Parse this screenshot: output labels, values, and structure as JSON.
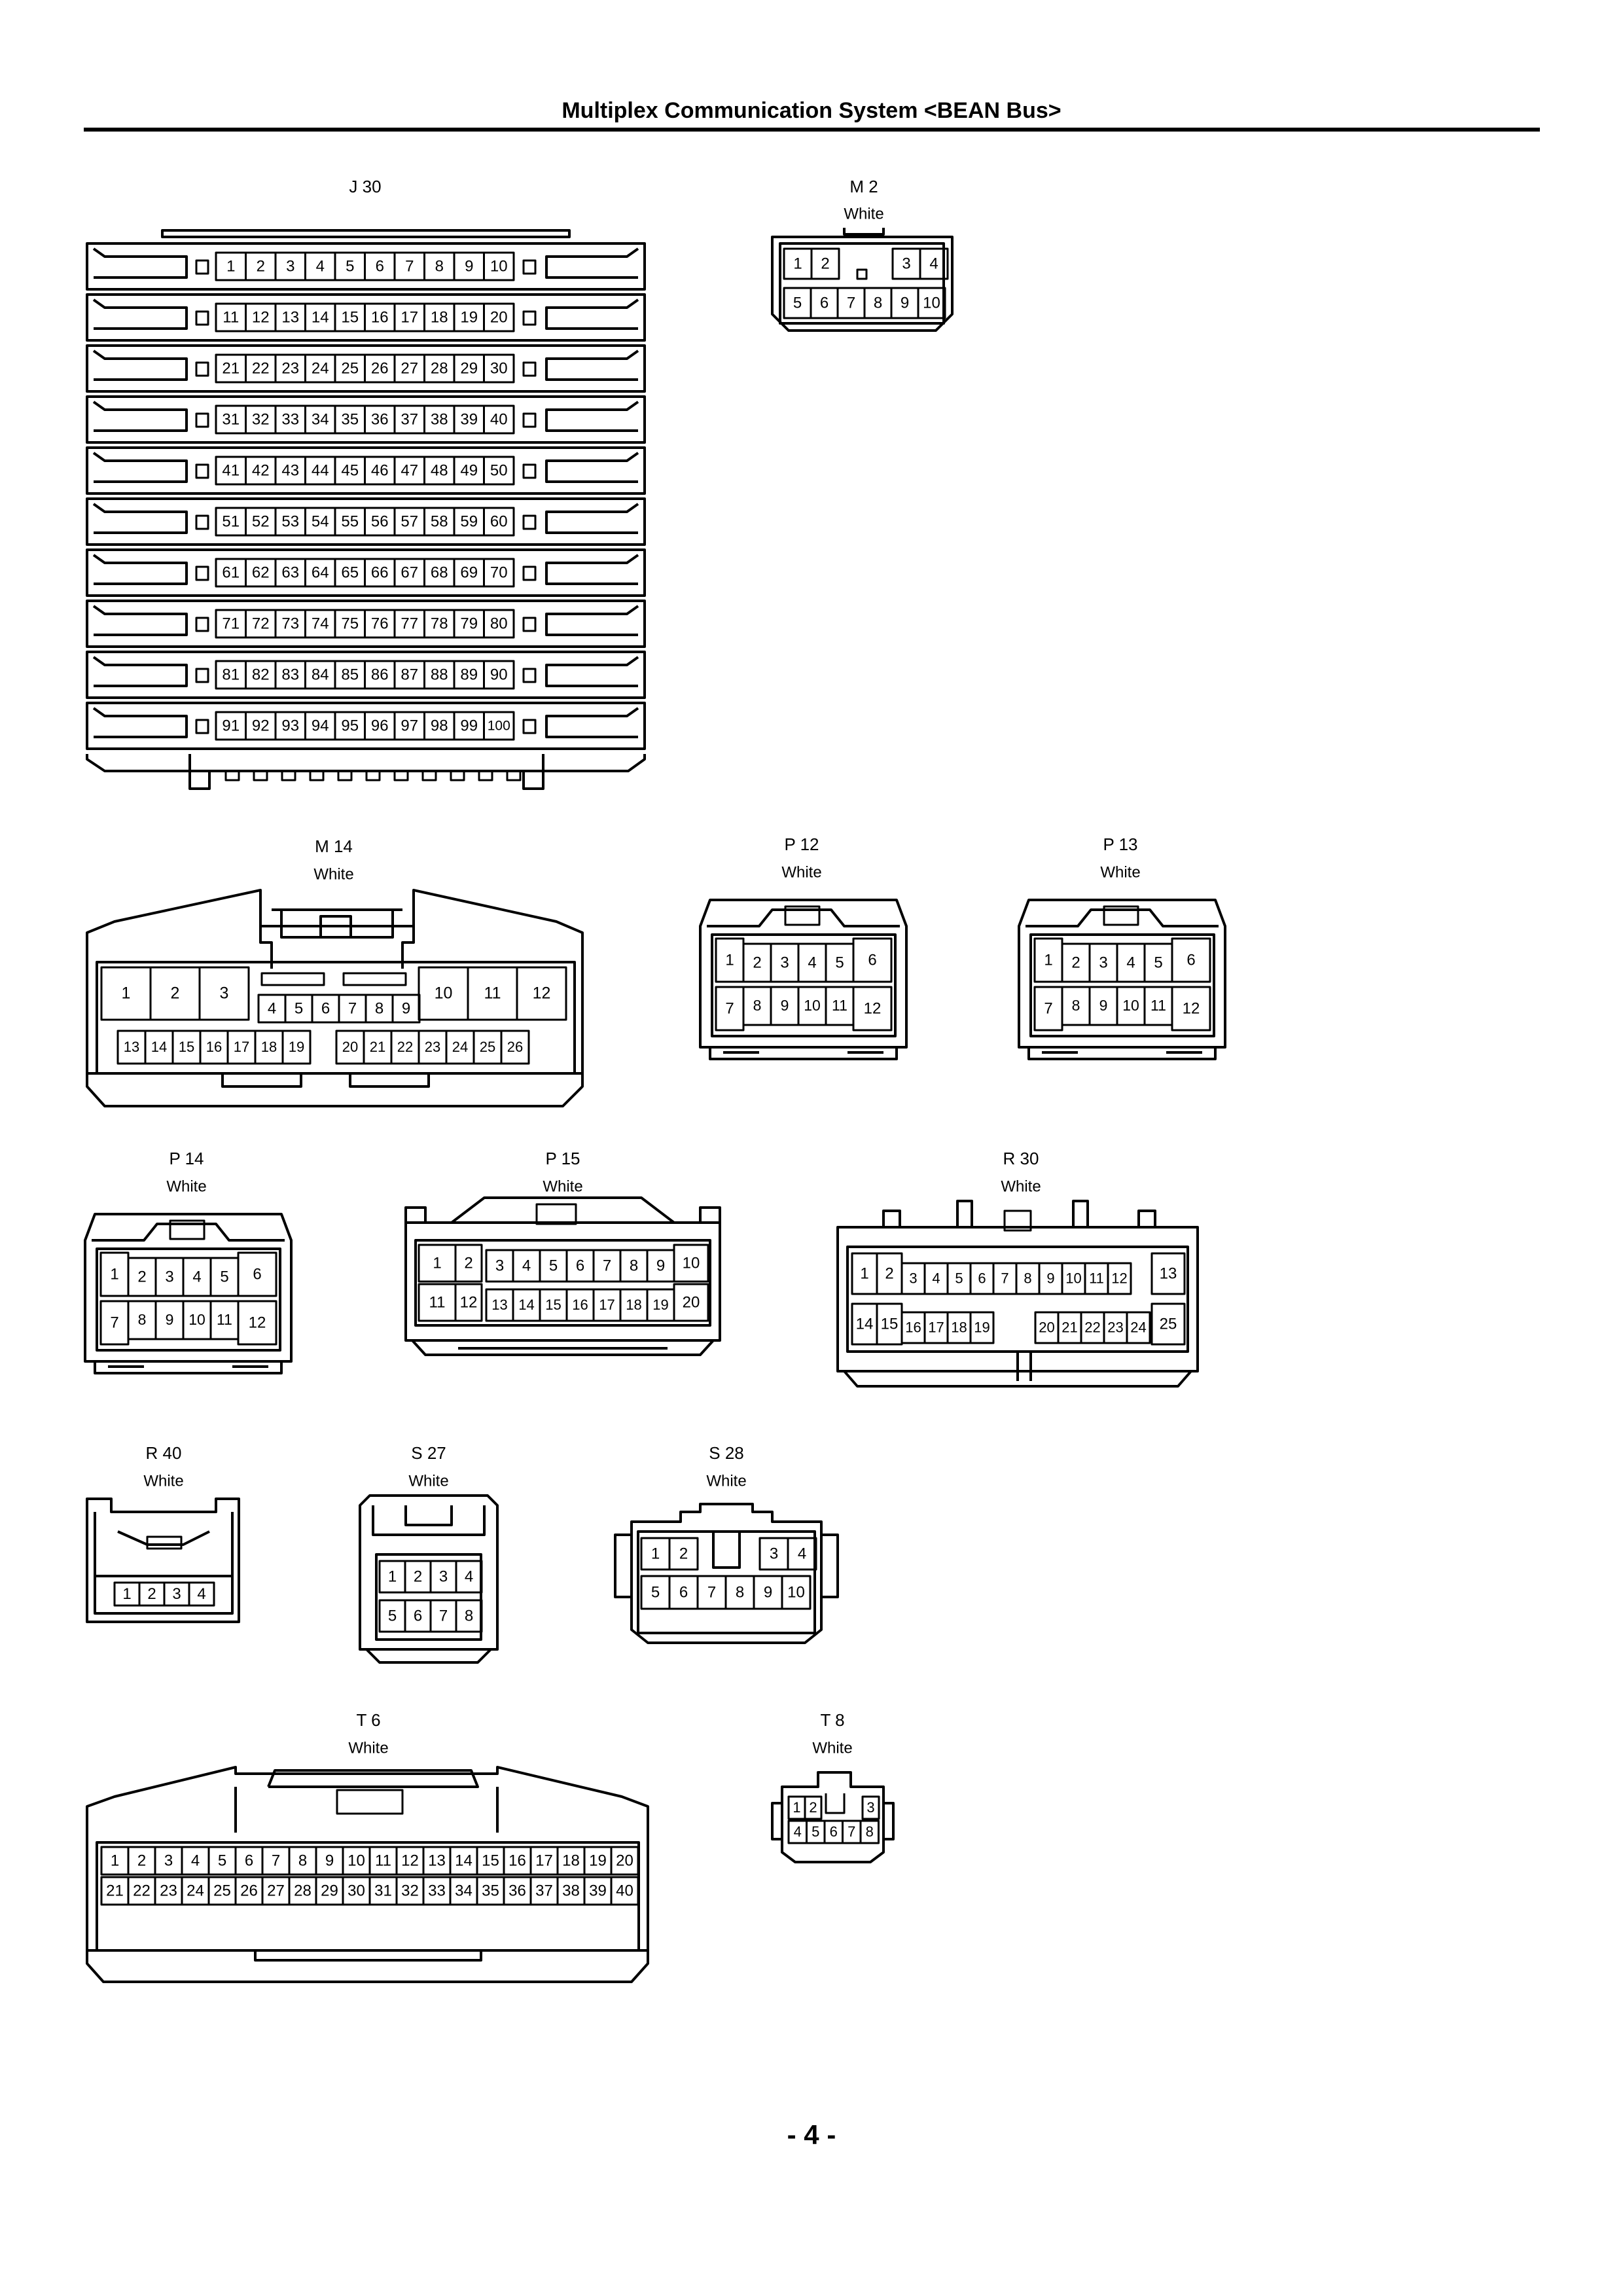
{
  "header": {
    "title": "Multiplex Communication System <BEAN Bus>"
  },
  "footer": {
    "page_number": "- 4 -"
  },
  "connectors": [
    {
      "id": "j30",
      "code": "J 30",
      "color": "",
      "pin_count": 100
    },
    {
      "id": "m2",
      "code": "M 2",
      "color": "White",
      "rows": [
        [
          "1",
          "2",
          "",
          "3",
          "4"
        ],
        [
          "5",
          "6",
          "7",
          "8",
          "9",
          "10"
        ]
      ]
    },
    {
      "id": "m14",
      "code": "M 14",
      "color": "White",
      "rows": [
        [
          "1",
          "2",
          "3",
          "",
          "10",
          "11",
          "12"
        ],
        [
          "4",
          "5",
          "6",
          "7",
          "8",
          "9"
        ],
        [
          "13",
          "14",
          "15",
          "16",
          "17",
          "18",
          "19",
          "",
          "20",
          "21",
          "22",
          "23",
          "24",
          "25",
          "26"
        ]
      ]
    },
    {
      "id": "p12",
      "code": "P 12",
      "color": "White",
      "rows": [
        [
          "1",
          "2",
          "3",
          "4",
          "5",
          "6"
        ],
        [
          "7",
          "8",
          "9",
          "10",
          "11",
          "12"
        ]
      ]
    },
    {
      "id": "p13",
      "code": "P 13",
      "color": "White",
      "rows": [
        [
          "1",
          "2",
          "3",
          "4",
          "5",
          "6"
        ],
        [
          "7",
          "8",
          "9",
          "10",
          "11",
          "12"
        ]
      ]
    },
    {
      "id": "p14",
      "code": "P 14",
      "color": "White",
      "rows": [
        [
          "1",
          "2",
          "3",
          "4",
          "5",
          "6"
        ],
        [
          "7",
          "8",
          "9",
          "10",
          "11",
          "12"
        ]
      ]
    },
    {
      "id": "p15",
      "code": "P 15",
      "color": "White",
      "rows": [
        [
          "1",
          "2",
          "3",
          "4",
          "5",
          "6",
          "7",
          "8",
          "9",
          "10"
        ],
        [
          "11",
          "12",
          "13",
          "14",
          "15",
          "16",
          "17",
          "18",
          "19",
          "20"
        ]
      ]
    },
    {
      "id": "r30",
      "code": "R 30",
      "color": "White",
      "rows": [
        [
          "1",
          "2",
          "3",
          "4",
          "5",
          "6",
          "7",
          "8",
          "9",
          "10",
          "11",
          "12",
          "13"
        ],
        [
          "14",
          "15",
          "16",
          "17",
          "18",
          "19",
          "",
          "20",
          "21",
          "22",
          "23",
          "24",
          "25"
        ]
      ]
    },
    {
      "id": "r40",
      "code": "R 40",
      "color": "White",
      "rows": [
        [
          "1",
          "2",
          "3",
          "4"
        ]
      ]
    },
    {
      "id": "s27",
      "code": "S 27",
      "color": "White",
      "rows": [
        [
          "1",
          "2",
          "3",
          "4"
        ],
        [
          "5",
          "6",
          "7",
          "8"
        ]
      ]
    },
    {
      "id": "s28",
      "code": "S 28",
      "color": "White",
      "rows": [
        [
          "1",
          "2",
          "",
          "3",
          "4"
        ],
        [
          "5",
          "6",
          "7",
          "8",
          "9",
          "10"
        ]
      ]
    },
    {
      "id": "t6",
      "code": "T 6",
      "color": "White",
      "pin_count": 40
    },
    {
      "id": "t8",
      "code": "T 8",
      "color": "White",
      "rows": [
        [
          "1",
          "2",
          "",
          "3"
        ],
        [
          "4",
          "5",
          "6",
          "7",
          "8"
        ]
      ]
    }
  ]
}
